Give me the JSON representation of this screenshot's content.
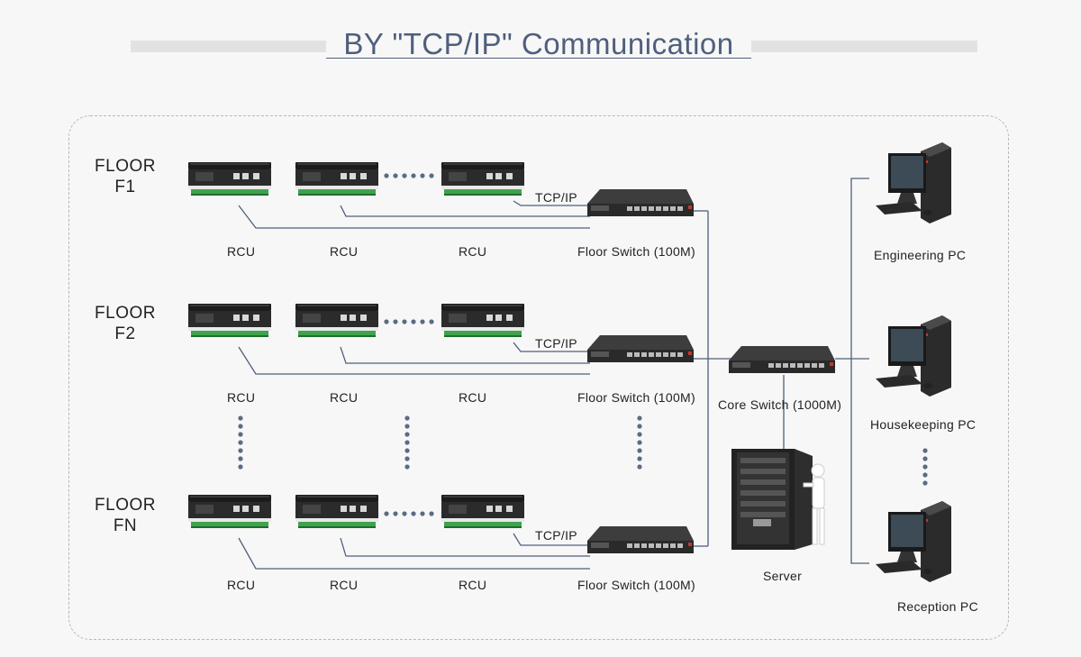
{
  "title": "BY \"TCP/IP\" Communication",
  "colors": {
    "line": "#4f5f7d",
    "title": "#4f5f7d",
    "dots": "#5b6b85"
  },
  "floors": [
    {
      "name": "FLOOR",
      "level": "F1",
      "rcu_labels": [
        "RCU",
        "RCU",
        "RCU"
      ],
      "link_label": "TCP/IP",
      "switch_label": "Floor Switch (100M)"
    },
    {
      "name": "FLOOR",
      "level": "F2",
      "rcu_labels": [
        "RCU",
        "RCU",
        "RCU"
      ],
      "link_label": "TCP/IP",
      "switch_label": "Floor Switch (100M)"
    },
    {
      "name": "FLOOR",
      "level": "FN",
      "rcu_labels": [
        "RCU",
        "RCU",
        "RCU"
      ],
      "link_label": "TCP/IP",
      "switch_label": "Floor Switch (100M)"
    }
  ],
  "core_switch": {
    "label": "Core Switch (1000M)"
  },
  "server": {
    "label": "Server"
  },
  "pcs": [
    {
      "label": "Engineering PC"
    },
    {
      "label": "Housekeeping PC"
    },
    {
      "label": "Reception PC"
    }
  ],
  "icons": {
    "rcu": "rcu-module-icon",
    "switch": "network-switch-icon",
    "server": "server-rack-icon",
    "pc": "desktop-pc-icon"
  }
}
